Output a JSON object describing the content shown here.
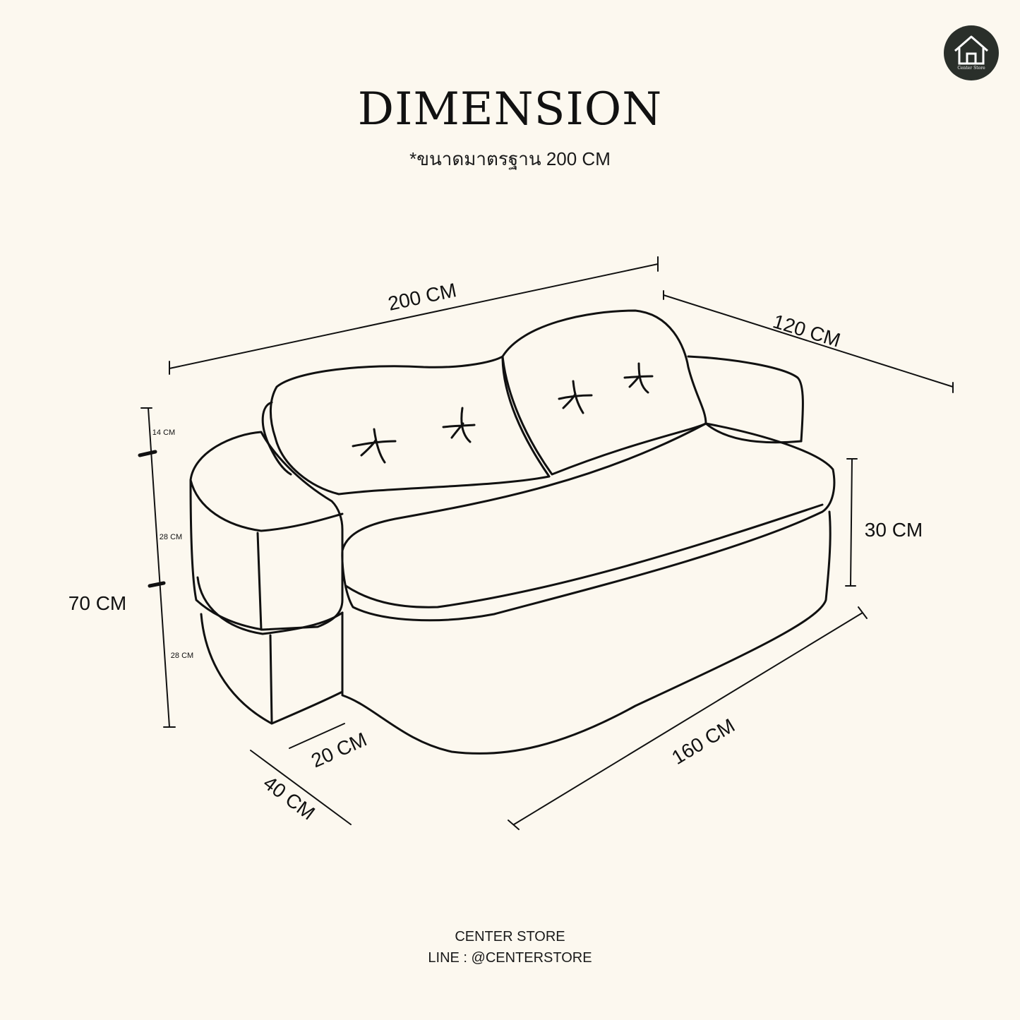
{
  "header": {
    "title": "DIMENSION",
    "subtitle": "*ขนาดมาตรฐาน 200 CM"
  },
  "logo": {
    "icon": "house-icon",
    "text": "Center Store",
    "background": "#2a2f2a"
  },
  "dimensions": {
    "total_width": "200 CM",
    "depth": "120 CM",
    "seat_height": "30 CM",
    "total_height": "70 CM",
    "segment_top": "14 CM",
    "segment_middle": "28 CM",
    "segment_bottom": "28 CM",
    "seat_width": "160 CM",
    "arm_width": "20 CM",
    "arm_depth": "40 CM"
  },
  "footer": {
    "store_name": "CENTER STORE",
    "line_id": "LINE : @CENTERSTORE"
  },
  "colors": {
    "background": "#fcf8ef",
    "ink": "#111111"
  }
}
